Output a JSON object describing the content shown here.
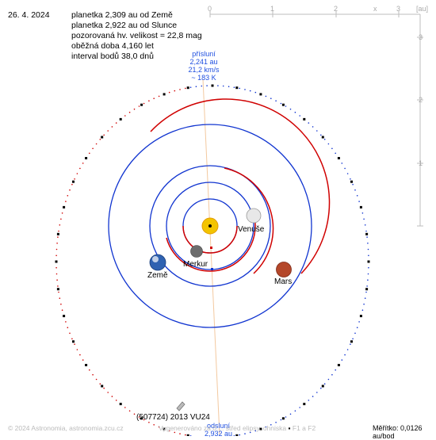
{
  "header": {
    "date": "26. 4. 2024",
    "lines": [
      "planetka 2,309 au od Země",
      "planetka 2,922 au od Slunce",
      "pozorovaná hv. velikost = 22,8 mag",
      "oběžná doba 4,160 let",
      "interval bodů 38,0 dnů"
    ]
  },
  "axes": {
    "x_ticks": [
      "0",
      "1",
      "2",
      "3"
    ],
    "x_label": "x",
    "unit_label": "[au]",
    "y_ticks": [
      "3",
      "2",
      "1"
    ]
  },
  "perihelion": {
    "title": "přísluní",
    "distance": "2,241 au",
    "speed": "21,2 km/s",
    "temp": "~ 183 K"
  },
  "aphelion": {
    "title": "odsluní",
    "distance": "2,932 au"
  },
  "planets": {
    "venus": "Venuše",
    "mercury": "Merkur",
    "earth": "Země",
    "mars": "Mars"
  },
  "asteroid": {
    "name": "(507724) 2013 VU24"
  },
  "footer": {
    "copyright": "© 2024 Astronomia, astronomia.zcu.cz",
    "generated": "Vygenerováno za 0,... střed elipsy, ohniska",
    "legend": "F1 a F2",
    "scale": "Měřítko: 0,0126 au/bod"
  },
  "colors": {
    "orbit_near": "#d00000",
    "orbit_far": "#1034d0",
    "sun": "#f3c400",
    "mars": "#b4472a",
    "venus": "#e6e6e6",
    "mercury": "#777777",
    "earth": "#3a6fb8",
    "axis": "#b0b0b0"
  }
}
